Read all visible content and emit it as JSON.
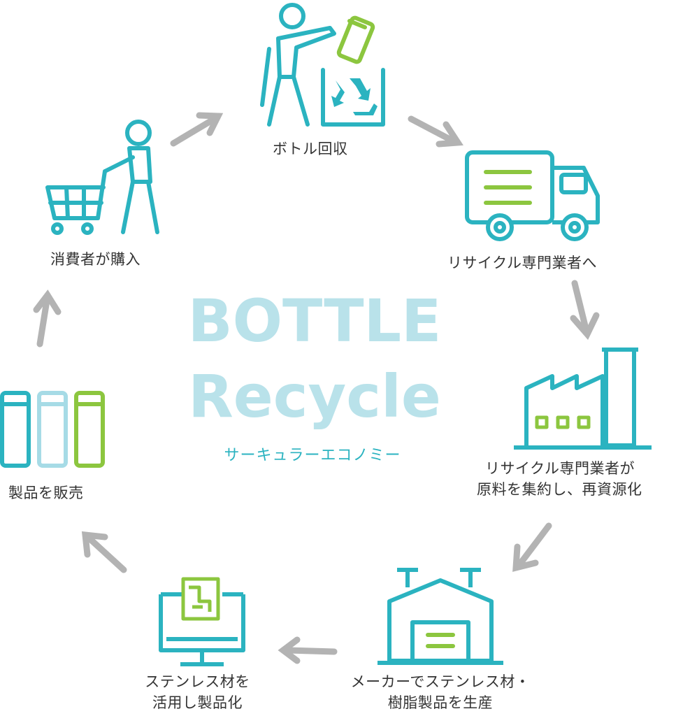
{
  "center": {
    "title_line1": "BOTTLE",
    "title_line2": "Recycle",
    "subtitle": "サーキュラーエコノミー"
  },
  "steps": [
    {
      "lines": [
        "ボトル回収"
      ],
      "icon": "person-recycle-bin-icon"
    },
    {
      "lines": [
        "リサイクル専門業者へ"
      ],
      "icon": "truck-icon"
    },
    {
      "lines": [
        "リサイクル専門業者が",
        "原料を集約し、再資源化"
      ],
      "icon": "factory-icon"
    },
    {
      "lines": [
        "メーカーでステンレス材・",
        "樹脂製品を生産"
      ],
      "icon": "warehouse-icon"
    },
    {
      "lines": [
        "ステンレス材を",
        "活用し製品化"
      ],
      "icon": "computer-design-icon"
    },
    {
      "lines": [
        "製品を販売"
      ],
      "icon": "bottles-icon"
    },
    {
      "lines": [
        "消費者が購入"
      ],
      "icon": "shopper-cart-icon"
    }
  ],
  "colors": {
    "teal": "#2bb3c0",
    "green": "#8cc63f",
    "light_blue": "#a6dbe6",
    "title_blue": "#b9e2ea",
    "arrow_gray": "#b3b3b3",
    "text": "#333333"
  }
}
